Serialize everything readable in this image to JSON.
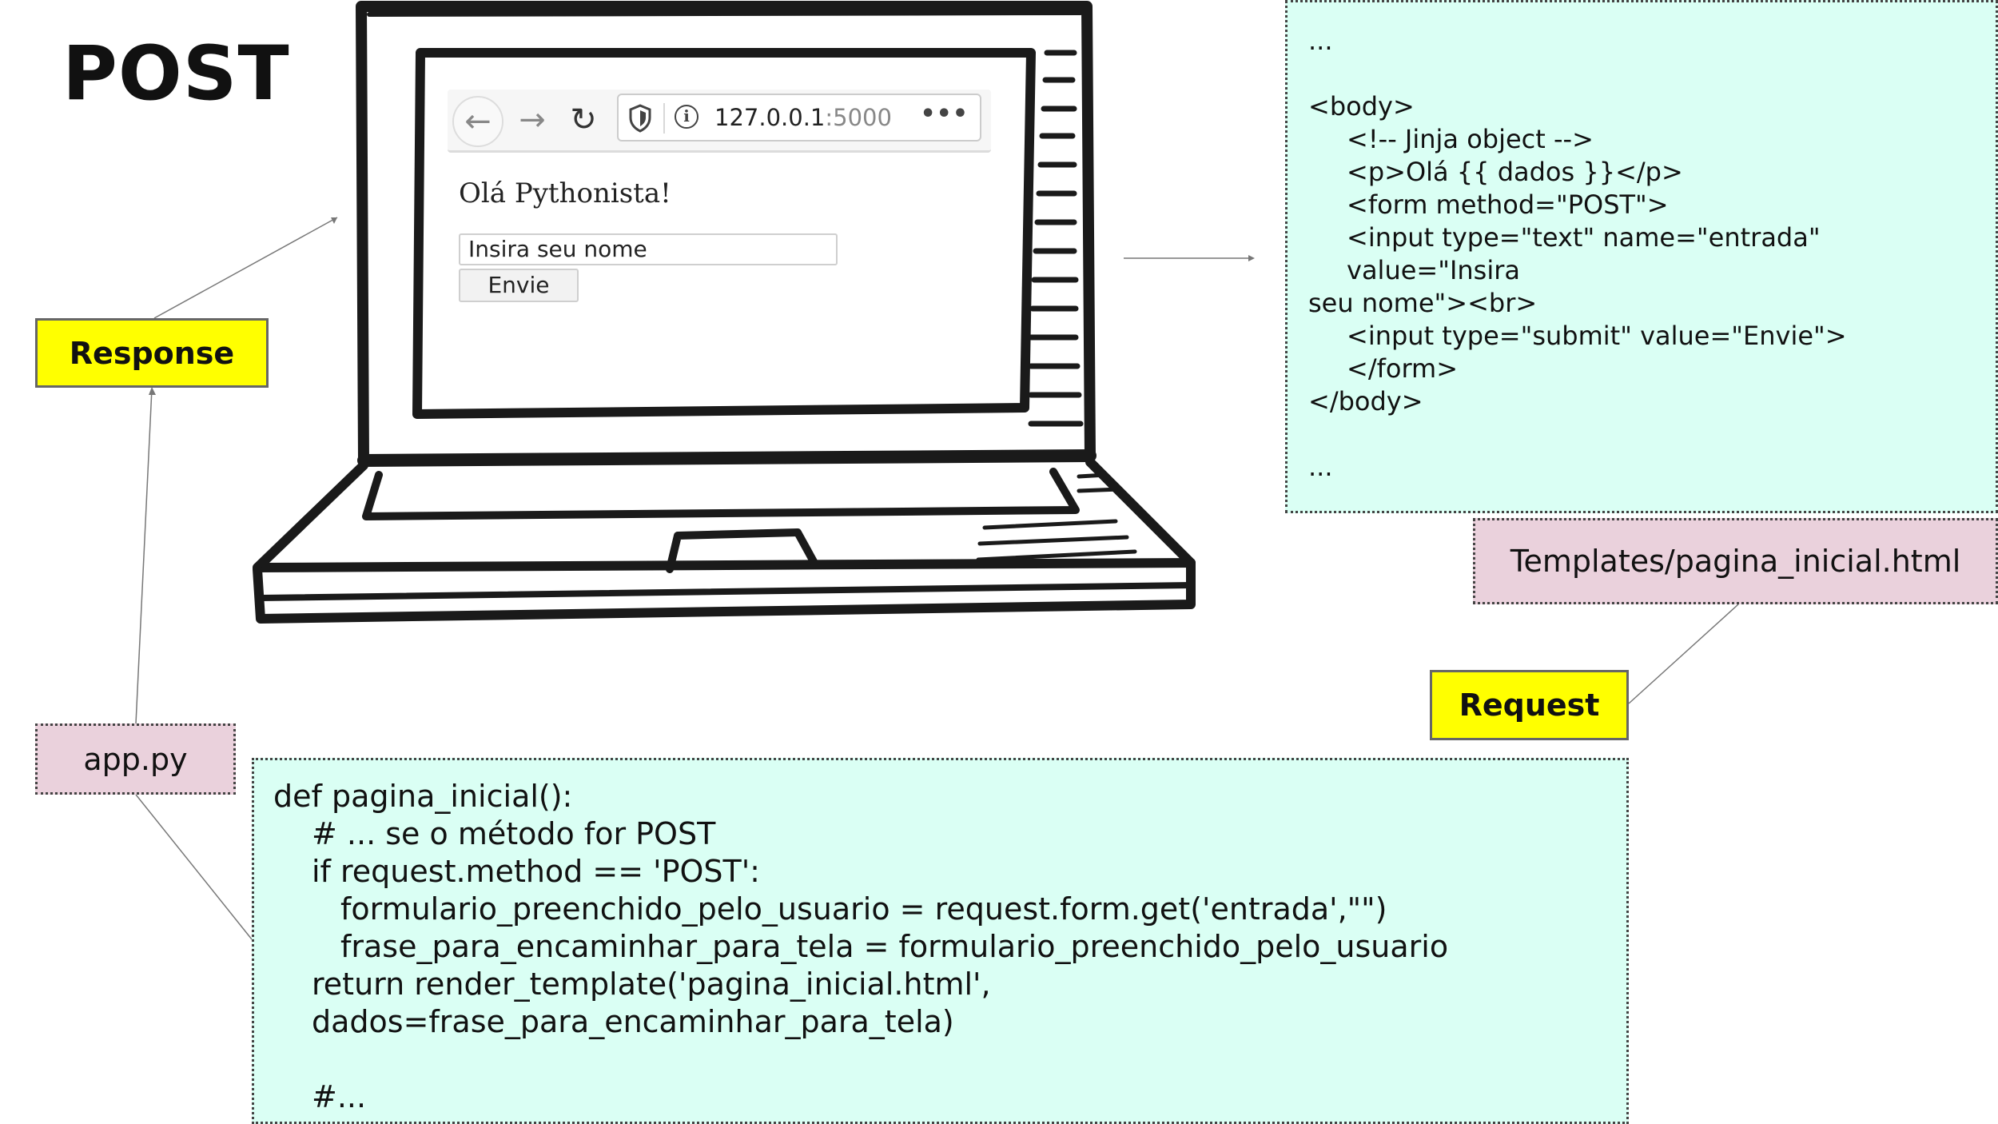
{
  "title": "POST",
  "browser": {
    "url_host": "127.0.0.1",
    "url_port": ":5000",
    "greeting": "Olá Pythonista!",
    "input_value": "Insira seu nome",
    "submit_label": "Envie",
    "icons": [
      "back-arrow-icon",
      "forward-arrow-icon",
      "reload-icon",
      "shield-icon",
      "info-icon",
      "more-icon"
    ]
  },
  "labels": {
    "response": "Response",
    "request": "Request",
    "template_file": "Templates/pagina_inicial.html",
    "app_file": "app.py"
  },
  "html_code": [
    "...",
    "",
    "<body>",
    "<!-- Jinja object -->",
    "<p>Olá {{ dados }}</p>",
    "<form method=\"POST\">",
    "<input type=\"text\" name=\"entrada\" value=\"Insira",
    "seu nome\"><br>",
    "<input type=\"submit\" value=\"Envie\">",
    "</form>",
    "</body>",
    "",
    "..."
  ],
  "py_code": [
    "def pagina_inicial():",
    "# ... se o método for POST",
    "if request.method == 'POST':",
    "formulario_preenchido_pelo_usuario = request.form.get('entrada',\"\")",
    "frase_para_encaminhar_para_tela = formulario_preenchido_pelo_usuario",
    "return render_template('pagina_inicial.html', dados=frase_para_encaminhar_para_tela)",
    "",
    "#..."
  ],
  "colors": {
    "code_bg": "#dafff4",
    "yellow_tag": "#ffff00",
    "pink_tag": "#ead1dc"
  }
}
